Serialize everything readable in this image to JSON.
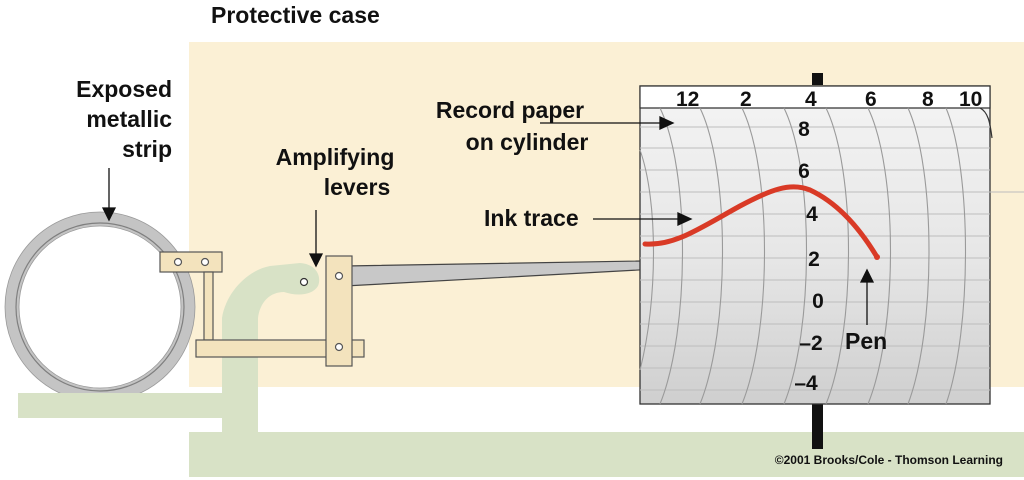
{
  "labels": {
    "protective_case": "Protective case",
    "strip_line1": "Exposed",
    "strip_line2": "metallic",
    "strip_line3": "strip",
    "levers_line1": "Amplifying",
    "levers_line2": "levers",
    "paper_line1": "Record paper",
    "paper_line2": "on cylinder",
    "ink_trace": "Ink trace",
    "pen": "Pen",
    "copyright": "©2001 Brooks/Cole - Thomson Learning"
  },
  "time_ticks": [
    "12",
    "2",
    "4",
    "6",
    "8",
    "10"
  ],
  "scale_ticks": [
    "8",
    "6",
    "4",
    "2",
    "0",
    "–2",
    "–4"
  ],
  "colors": {
    "case_fill": "#fbf0d5",
    "base_fill": "#d8e2c6",
    "lever_fill": "#f3e3bd",
    "ink_trace": "#d93a26",
    "paper_fill": "#ececec",
    "strip_fill": "#c4c4c4"
  }
}
